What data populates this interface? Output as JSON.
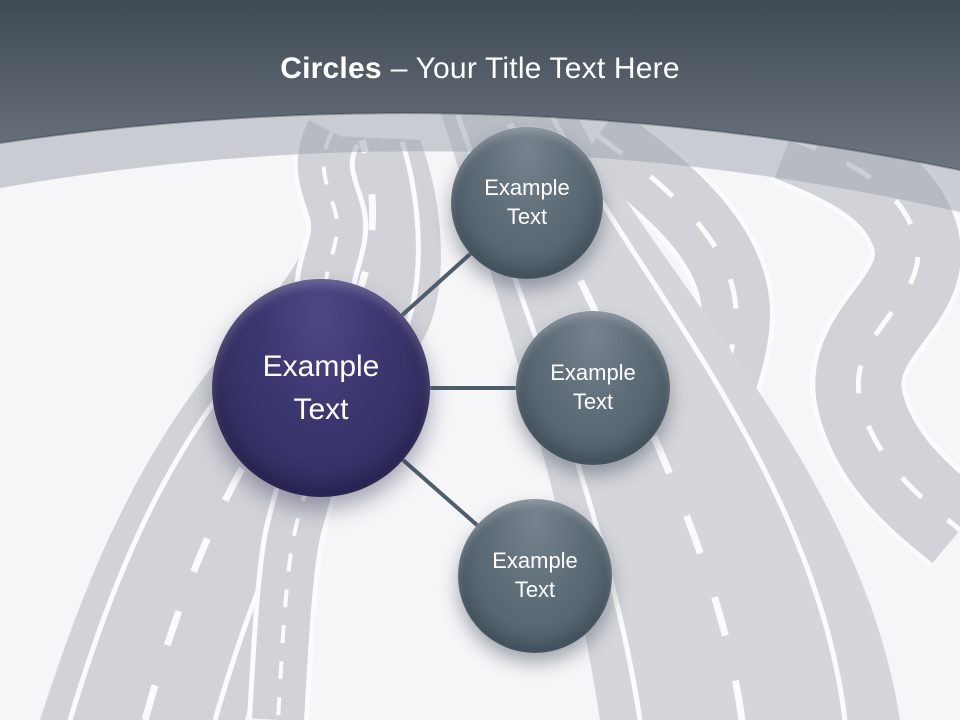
{
  "slide": {
    "title": {
      "bold": "Circles",
      "rest": "– Your Title Text Here"
    }
  },
  "diagram": {
    "main_circle": {
      "label": "Example Text"
    },
    "satellites": [
      {
        "label": "Example Text"
      },
      {
        "label": "Example Text"
      },
      {
        "label": "Example Text"
      }
    ]
  },
  "colors": {
    "header_gradient_top": "#404a54",
    "header_gradient_bottom": "#6d7680",
    "title_text": "#ffffff",
    "main_circle_fill": "#373768",
    "satellite_fill": "#566571",
    "connector": "#4e5f6b",
    "road_gray": "#d2d4d8",
    "road_line_white": "#fbfbfd",
    "background": "#f6f6f8"
  }
}
